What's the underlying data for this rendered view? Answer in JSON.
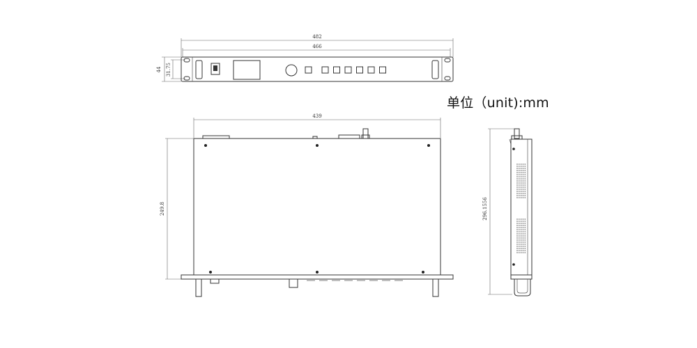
{
  "dimensions": {
    "front_total_width": "482",
    "front_panel_width": "466",
    "front_height": "44",
    "front_hole_spacing": "31.75",
    "top_width": "439",
    "top_depth": "249.8",
    "side_depth": "296.1556"
  },
  "unit_label": "单位（unit):mm",
  "front_panel": {
    "button_count": 7
  }
}
